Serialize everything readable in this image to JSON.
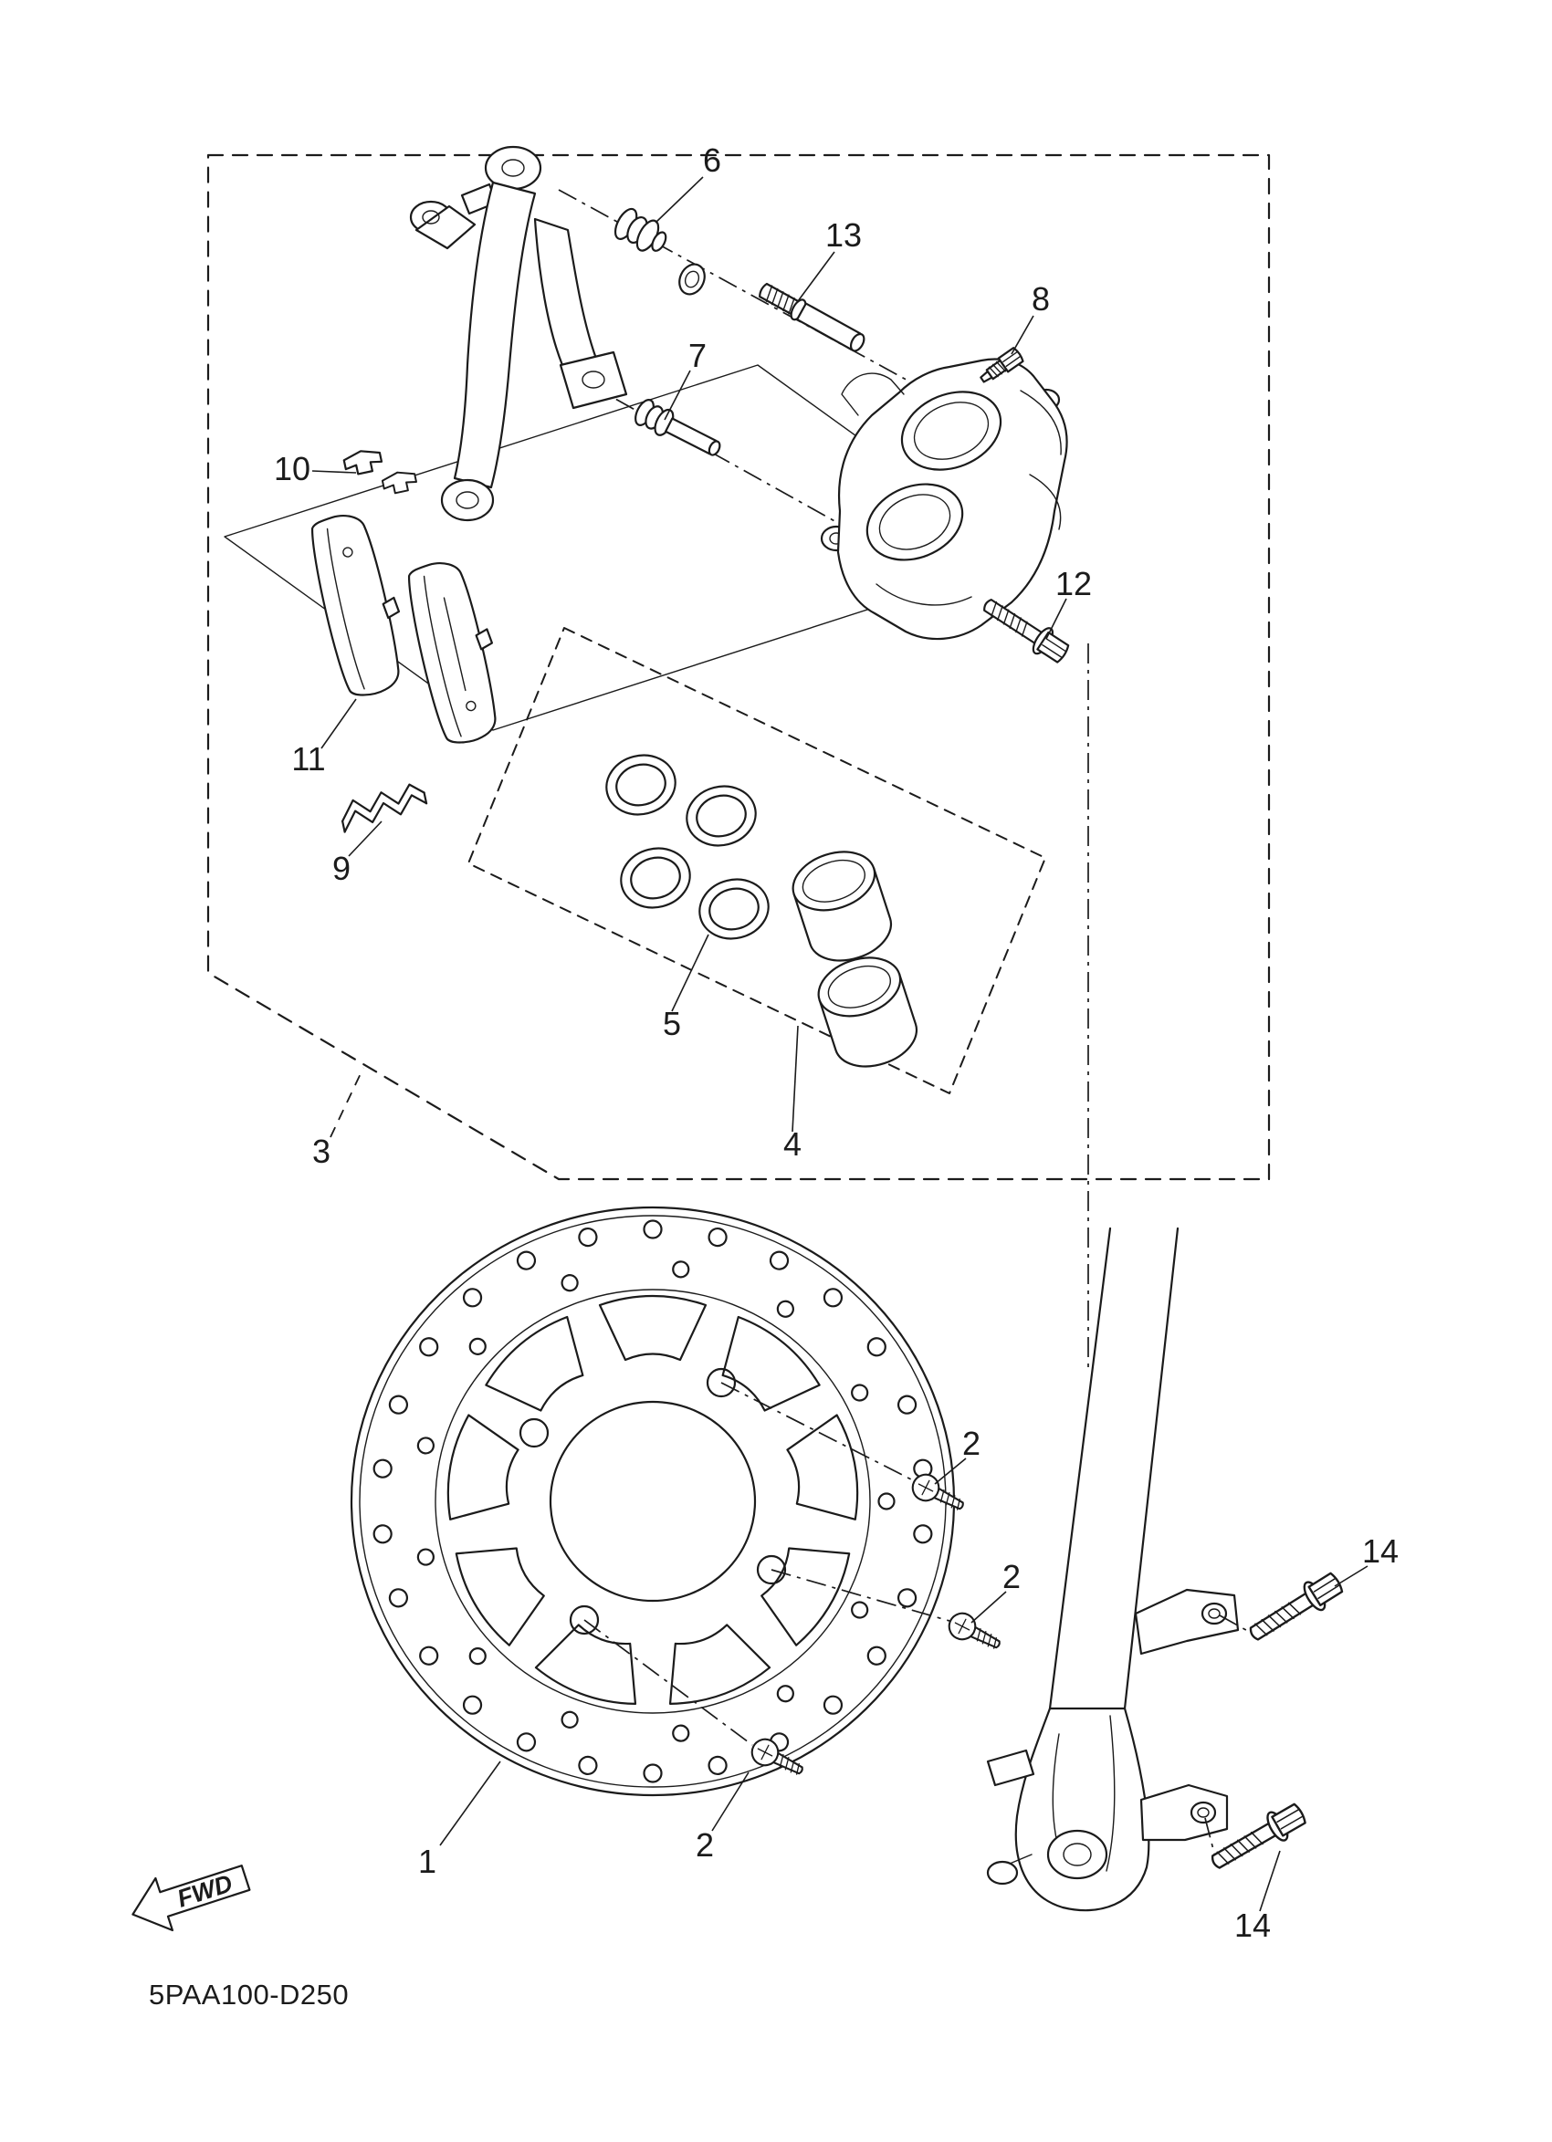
{
  "colors": {
    "background": "#ffffff",
    "line": "#1b1b1b"
  },
  "drawing_code": "5PAA100-D250",
  "fwd_arrow_label": "FWD",
  "callouts": {
    "part1": "1",
    "part2": "2",
    "part3": "3",
    "part4": "4",
    "part5": "5",
    "part6": "6",
    "part7": "7",
    "part8": "8",
    "part9": "9",
    "part10": "10",
    "part11": "11",
    "part12": "12",
    "part13": "13",
    "part14": "14"
  }
}
